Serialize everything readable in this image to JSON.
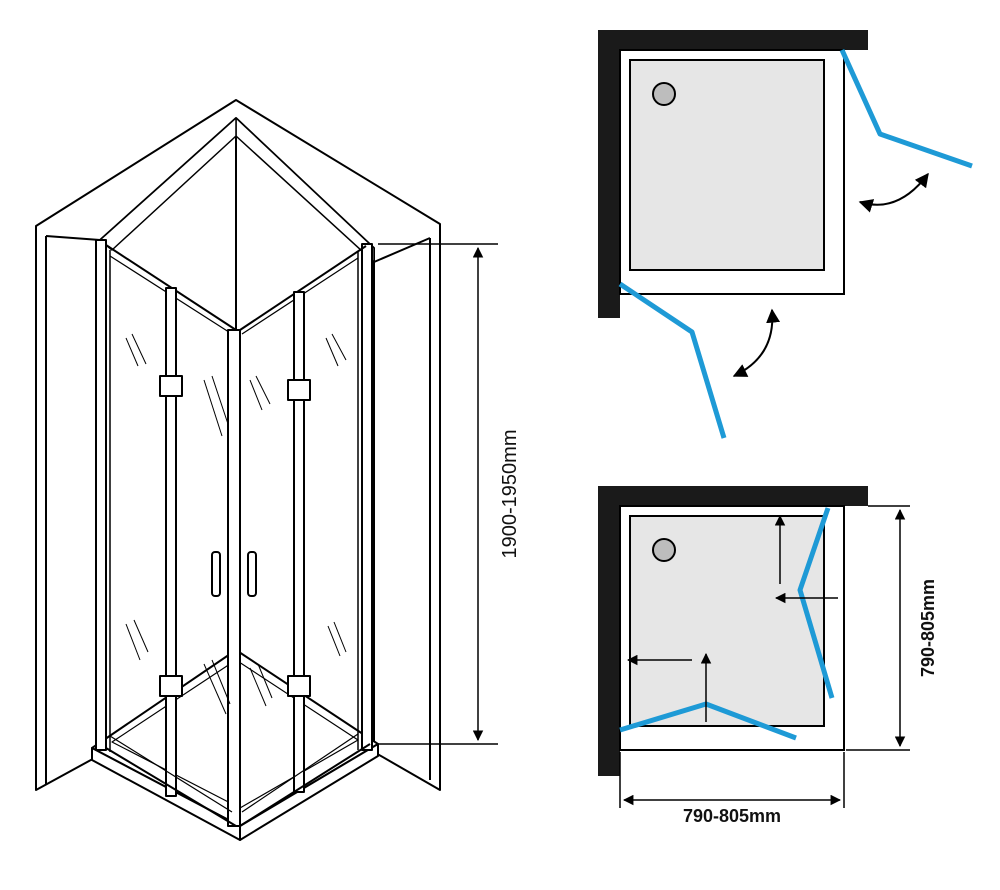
{
  "dimensions": {
    "height_label": "1900-1950mm",
    "width_label": "790-805mm",
    "depth_label": "790-805mm"
  },
  "colors": {
    "line": "#000000",
    "wall_fill": "#ffffff",
    "wall_dark": "#1a1a1a",
    "tray": "#e6e6e6",
    "door_blue": "#1e9ad6"
  },
  "icons": {
    "swing_arrow": "curved-double-arrow",
    "move_arrow": "straight-arrow"
  }
}
